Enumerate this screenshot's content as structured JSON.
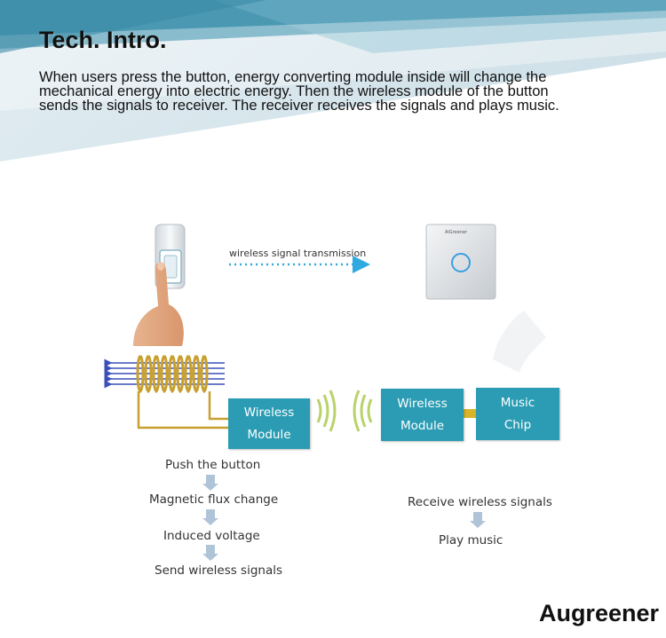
{
  "header": {
    "title": "Tech. Intro.",
    "intro": "When users press the button, energy converting module inside will change the mechanical energy into electric energy. Then the wireless module of the button sends the signals to receiver. The receiver receives the signals and plays music."
  },
  "diagram": {
    "transmission_label": "wireless signal transmission",
    "receiver_logo": "AiGreener",
    "boxes": {
      "transmitter_module": [
        "Wireless",
        "Module"
      ],
      "receiver_module": [
        "Wireless",
        "Module"
      ],
      "music_chip": [
        "Music",
        "Chip"
      ]
    },
    "transmitter_steps": [
      "Push the button",
      "Magnetic flux change",
      "Induced voltage",
      "Send wireless signals"
    ],
    "receiver_steps": [
      "Receive wireless signals",
      "Play music"
    ]
  },
  "colors": {
    "module_box": "#2b9cb3",
    "banner_dark": "#3f90ab",
    "banner_light": "#dce8ee",
    "coil": "#c8a030",
    "signal_waves": "#b9d26a",
    "flux_arrows": "#3b4fb8",
    "step_arrow": "#b0c4d8",
    "transmission_arrow": "#2fa9e0"
  },
  "footer": {
    "brand": "Augreener"
  }
}
